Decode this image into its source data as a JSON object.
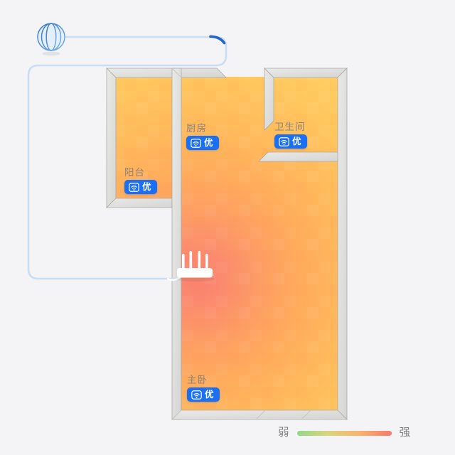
{
  "screen": {
    "background": "#f4f4f6"
  },
  "topology": {
    "internet_icon": "globe",
    "router_icon": "router-4-antennas",
    "cable_color": "#c9ddf4",
    "cable_accent_color": "#2263cc"
  },
  "rooms": [
    {
      "name": "厨房",
      "signal": "优"
    },
    {
      "name": "卫生间",
      "signal": "优"
    },
    {
      "name": "阳台",
      "signal": "优"
    },
    {
      "name": "主卧",
      "signal": "优"
    }
  ],
  "badge": {
    "background": "#1b6ff2",
    "text_color": "#ffffff",
    "icon": "wifi-icon"
  },
  "heatmap": {
    "strong_color": "#fa8170",
    "mid_color": "#ffac5c",
    "weak_color": "#ffd667"
  },
  "legend": {
    "weak_label": "弱",
    "strong_label": "强",
    "gradient": [
      "#93d887",
      "#d9d67c",
      "#f9b36c",
      "#f7796c"
    ]
  },
  "walls": {
    "color": "#dcdcda"
  }
}
